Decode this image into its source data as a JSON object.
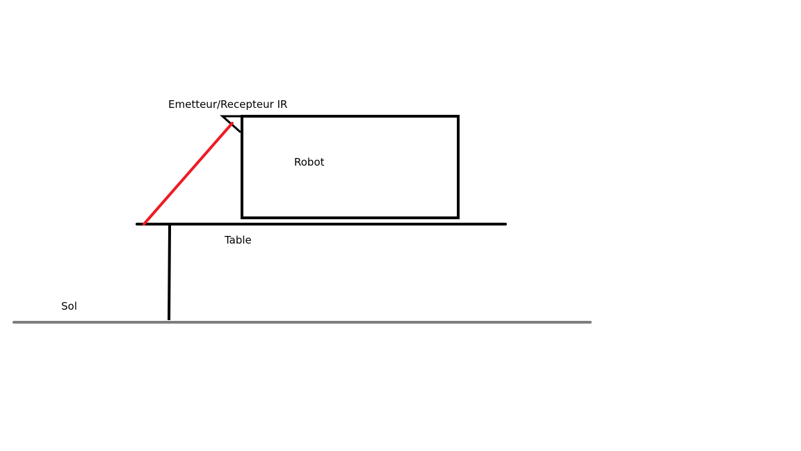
{
  "labels": {
    "emitter": "Emetteur/Recepteur IR",
    "robot": "Robot",
    "table": "Table",
    "floor": "Sol"
  },
  "colors": {
    "background": "#ffffff",
    "outline": "#000000",
    "ir_beam": "#ed1c24",
    "floor": "#7f7f7f"
  }
}
